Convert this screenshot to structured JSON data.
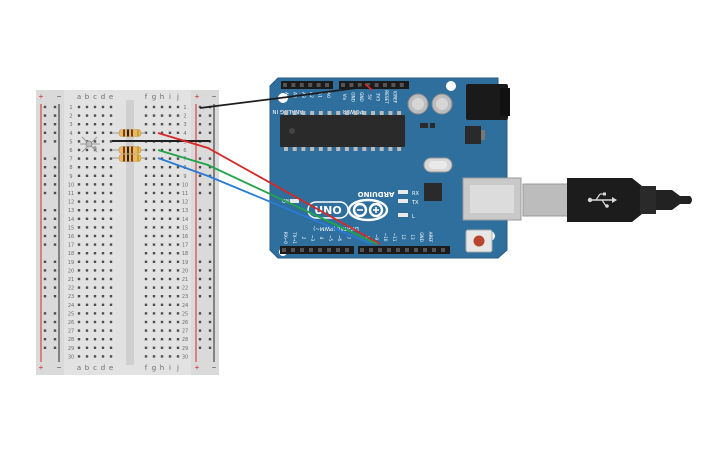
{
  "breadboard": {
    "columns_left": [
      "a",
      "b",
      "c",
      "d",
      "e"
    ],
    "columns_right": [
      "f",
      "g",
      "h",
      "i",
      "j"
    ],
    "row_count": 30,
    "rail_plus": "+",
    "rail_minus": "−"
  },
  "arduino": {
    "logo_word": "ARDUINO",
    "model": "UNO",
    "labels": {
      "analog_in": "ANALOG IN",
      "power": "POWER",
      "digital": "DIGITAL (PWM~)",
      "tx": "TX",
      "rx": "RX",
      "l": "L",
      "on": "ON",
      "aref": "AREF",
      "gnd": "GND",
      "ioref": "IOREF",
      "reset": "RESET",
      "txd": "TX→1",
      "rxd": "RX←0"
    },
    "power_pins": [
      "IOREF",
      "RESET",
      "3V3",
      "5V",
      "GND",
      "GND",
      "Vin"
    ],
    "analog_pins": [
      "A0",
      "A1",
      "A2",
      "A3",
      "A4",
      "A5"
    ],
    "digital_pins": [
      "13",
      "12",
      "~11",
      "~10",
      "~9",
      "8",
      "7",
      "~6",
      "~5",
      "4",
      "~3",
      "2"
    ]
  },
  "colors": {
    "board": "#2f6f9e",
    "breadboard": "#e3e3e3",
    "wire_red": "#d62828",
    "wire_green": "#22a34a",
    "wire_blue": "#2a7bd6",
    "wire_black": "#202020"
  }
}
